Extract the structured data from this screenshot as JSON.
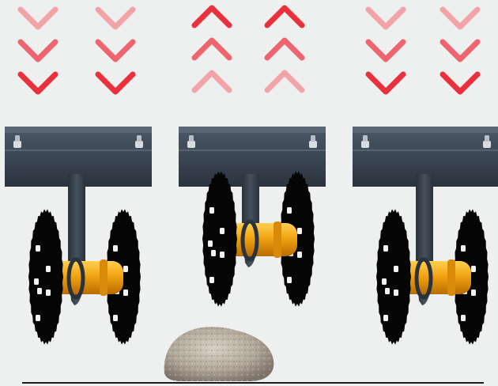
{
  "illustration": {
    "panels": [
      {
        "arrow_direction": "down",
        "state": "normal"
      },
      {
        "arrow_direction": "up",
        "state": "lifted-over-stone"
      },
      {
        "arrow_direction": "down",
        "state": "normal"
      }
    ],
    "colors": {
      "background": "#eef0ef",
      "arrow_dark": "#e8313c",
      "arrow_mid": "#ee6570",
      "arrow_light": "#f2a3a8",
      "frame": "#3a4552",
      "disc": "#050505",
      "bearing": "#f0a010",
      "ground": "#1a1a1a",
      "stone": "#b0a69a"
    }
  }
}
